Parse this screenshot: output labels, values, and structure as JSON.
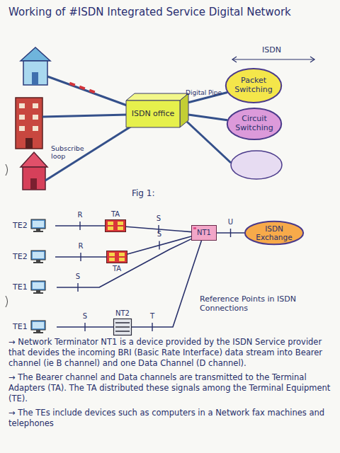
{
  "diagram": {
    "title": "Working of #ISDN Integrated Service Digital Network",
    "nodes": [
      {
        "text": [
          "ISDN office"
        ]
      },
      {
        "text": [
          "Packet Switching"
        ]
      },
      {
        "text": [
          "Circuit Switching"
        ]
      },
      {
        "text": [
          "TE2"
        ]
      },
      {
        "text": [
          "TA"
        ]
      },
      {
        "text": [
          "TE2"
        ]
      },
      {
        "text": [
          "TA"
        ]
      },
      {
        "text": [
          "TE1"
        ]
      },
      {
        "text": [
          "TE1"
        ]
      },
      {
        "text": [
          "NT2"
        ]
      },
      {
        "text": [
          "NT1"
        ]
      },
      {
        "text": [
          "ISDN Exchange"
        ]
      }
    ],
    "edges": [
      {
        "from": 0,
        "to": 1,
        "arrow": "none"
      },
      {
        "from": 0,
        "to": 2,
        "arrow": "none"
      },
      {
        "from": 3,
        "to": 4,
        "label": "R",
        "arrow": "none"
      },
      {
        "from": 4,
        "to": 10,
        "label": "S",
        "arrow": "none"
      },
      {
        "from": 5,
        "to": 6,
        "label": "R",
        "arrow": "none"
      },
      {
        "from": 6,
        "to": 10,
        "label": "S",
        "arrow": "none"
      },
      {
        "from": 7,
        "to": 10,
        "label": "S",
        "arrow": "none"
      },
      {
        "from": 8,
        "to": 9,
        "label": "S",
        "arrow": "none"
      },
      {
        "from": 9,
        "to": 10,
        "label": "T",
        "arrow": "none"
      },
      {
        "from": 10,
        "to": 11,
        "label": "U",
        "arrow": "none"
      }
    ],
    "labels": [
      "ISDN",
      "Digital Pipe",
      "Subscribe loop",
      "Fig 1:",
      "Reference Points in ISDN Connections",
      "→ Network Terminator NT1 is a device provided by the ISDN Service provider that devides the incoming BRI (Basic Rate Interface) data stream into Bearer channel (ie B channel) and one Data Channel (D channel).",
      "→ The Bearer channel and Data channels are transmitted to the Terminal Adapters (TA). The TA distributed these signals among the Terminal Equipment (TE).",
      "→ The TEs include devices such as computers in a Network fax machines and telephones"
    ]
  }
}
